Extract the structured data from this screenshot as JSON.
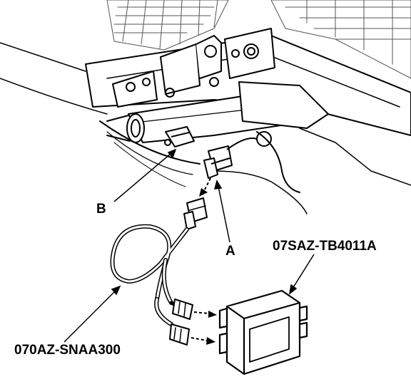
{
  "diagram": {
    "callouts": {
      "b": "B",
      "a": "A",
      "unit_part_number": "07SAZ-TB4011A",
      "harness_part_number": "070AZ-SNAA300"
    },
    "icons": {
      "vehicle_structure": "dashboard-steering-column-illustration",
      "connector_b": "connector-icon",
      "connector_a": "connector-icon",
      "harness": "wire-harness-icon",
      "control_unit": "control-box-icon"
    }
  }
}
